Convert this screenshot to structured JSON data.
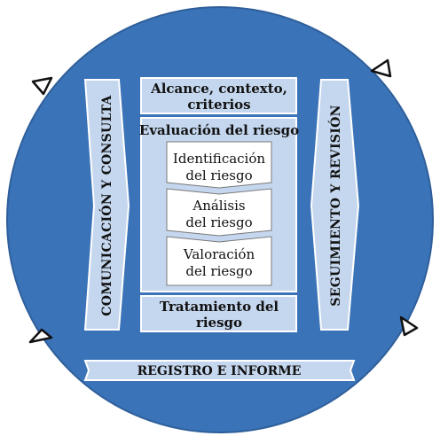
{
  "colors": {
    "circle": "#3a73b8",
    "circle_edge": "#2f5f9a",
    "box_fill": "#c5d7ee",
    "box_edge": "#ffffff",
    "inner_fill": "#ffffff"
  },
  "left_bar": {
    "label": "COMUNICACIÓN Y CONSULTA"
  },
  "right_bar": {
    "label": "SEGUIMIENTO Y REVISIÓN"
  },
  "scope_box": {
    "line1": "Alcance, contexto,",
    "line2": "criterios"
  },
  "assessment": {
    "title": "Evaluación del riesgo",
    "steps": [
      {
        "line1": "Identificación",
        "line2": "del riesgo"
      },
      {
        "line1": "Análisis",
        "line2": "del riesgo"
      },
      {
        "line1": "Valoración",
        "line2": "del riesgo"
      }
    ]
  },
  "treatment_box": {
    "line1": "Tratamiento del",
    "line2": "riesgo"
  },
  "bottom_bar": {
    "label": "REGISTRO E INFORME"
  },
  "arrowheads": [
    "triangle-arrow-icon",
    "triangle-arrow-icon",
    "triangle-arrow-icon",
    "triangle-arrow-icon"
  ]
}
